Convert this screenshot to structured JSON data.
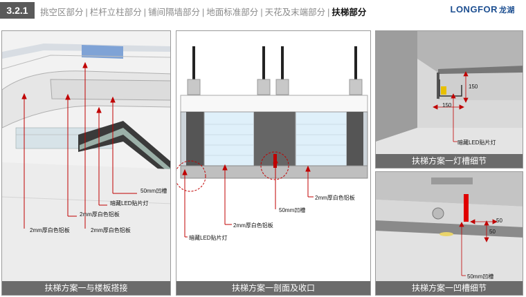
{
  "header": {
    "section_number": "3.2.1",
    "breadcrumbs": [
      "挑空区部分",
      "栏杆立柱部分",
      "铺间隔墙部分",
      "地面标准部分",
      "天花及末端部分"
    ],
    "active": "扶梯部分",
    "logo_text": "LONGFOR",
    "logo_cn": "龙湖"
  },
  "panel1": {
    "caption": "扶梯方案一与楼板搭接",
    "labels": {
      "groove": "50mm凹槽",
      "led": "暗藏LED贴片灯",
      "plate_a": "2mm厚白色铝板",
      "plate_b": "2mm厚白色铝板",
      "plate_c": "2mm厚白色铝板"
    }
  },
  "panel2": {
    "caption": "扶梯方案一剖面及收口",
    "labels": {
      "plate_right": "2mm厚白色铝板",
      "groove": "50mm凹槽",
      "plate_bottom": "2mm厚白色铝板",
      "led": "暗藏LED贴片灯"
    }
  },
  "panel3": {
    "caption": "扶梯方案一灯槽细节",
    "dims": {
      "vertical": "150",
      "horizontal": "150"
    },
    "labels": {
      "led": "暗藏LED贴片灯"
    }
  },
  "panel4": {
    "caption": "扶梯方案一凹槽细节",
    "dims": {
      "a": "50",
      "b": "50"
    },
    "labels": {
      "groove": "50mm凹槽"
    }
  },
  "colors": {
    "marker": "#c00000",
    "caption_bg": "#6b6b6b",
    "logo": "#1d4f91"
  }
}
